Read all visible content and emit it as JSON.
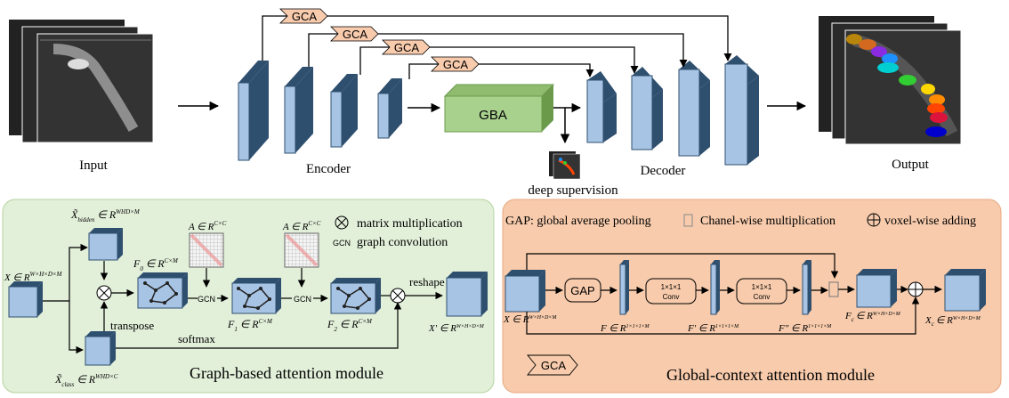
{
  "top": {
    "input_label": "Input",
    "encoder_label": "Encoder",
    "decoder_label": "Decoder",
    "output_label": "Output",
    "gba_label": "GBA",
    "deep_supervision_label": "deep supervision",
    "gca_tags": [
      "GCA",
      "GCA",
      "GCA",
      "GCA"
    ]
  },
  "graph_module": {
    "title": "Graph-based attention module",
    "legend_matmul": "matrix multiplication",
    "legend_gcn_symbol": "GCN",
    "legend_gcn": "graph convolution",
    "x_input": "X ∈ R",
    "x_input_sup": "W×H×D×M",
    "x_hidden": "X̃",
    "x_hidden_sub": "hidden",
    "x_hidden_rhs": "∈ R",
    "x_hidden_sup": "WHD×M",
    "x_class": "X̃",
    "x_class_sub": "class",
    "x_class_rhs": "∈ R",
    "x_class_sup": "WHD×C",
    "a1": "A ∈ R",
    "a1_sup": "C×C",
    "a2": "A ∈ R",
    "a2_sup": "C×C",
    "f0": "F",
    "f0_sub": "0",
    "f0_rhs": "∈ R",
    "f0_sup": "C×M",
    "f1": "F",
    "f1_sub": "1",
    "f1_rhs": "∈ R",
    "f1_sup": "C×M",
    "f2": "F",
    "f2_sub": "2",
    "f2_rhs": "∈ R",
    "f2_sup": "C×M",
    "gcn1": "GCN",
    "gcn2": "GCN",
    "transpose": "transpose",
    "softmax": "softmax",
    "reshape": "reshape",
    "x_out": "X′ ∈ R",
    "x_out_sup": "W×H×D×M"
  },
  "gca_module": {
    "title": "Global-context attention module",
    "legend_gap": "GAP: global average pooling",
    "legend_channel": "Chanel-wise multiplication",
    "legend_voxel": "voxel-wise adding",
    "gap_box": "GAP",
    "conv1_top": "1×1×1",
    "conv1_bottom": "Conv",
    "conv2_top": "1×1×1",
    "conv2_bottom": "Conv",
    "x_in": "X ∈ R",
    "x_in_sup": "W×H×D×M",
    "f": "F ∈ R",
    "f_sup": "1×1×1×M",
    "f1": "F′ ∈ R",
    "f1_sup": "1×1×1×M",
    "f2": "F″ ∈ R",
    "f2_sup": "1×1×1×M",
    "fc": "F",
    "fc_sub": "c",
    "fc_rhs": "∈ R",
    "fc_sup": "W×H×D×M",
    "xc": "X",
    "xc_sub": "c",
    "xc_rhs": "∈ R",
    "xc_sup": "W×H×D×M",
    "gca_legend_tag": "GCA"
  },
  "colors": {
    "block_front": "#a8c4e4",
    "block_side": "#2f4f6f",
    "green_panel": "#e2efd9",
    "orange_panel": "#f7cbac",
    "gba_fill": "#a9d18e",
    "gca_tag": "#f8cbad",
    "tooth_colors": [
      "#b8860b",
      "#d2691e",
      "#8a2be2",
      "#1e90ff",
      "#00ced1",
      "#32cd32",
      "#ffd700",
      "#ff8c00",
      "#ff4500",
      "#dc143c",
      "#0000cd"
    ]
  }
}
